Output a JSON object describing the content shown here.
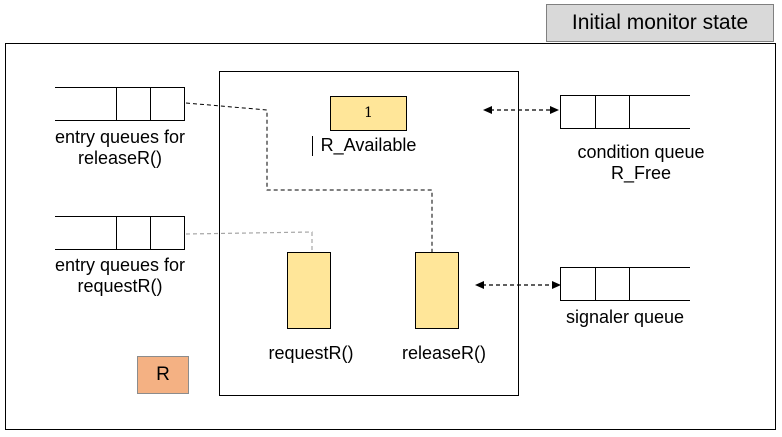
{
  "title": "Initial monitor state",
  "entry_queue_release": {
    "label_line1": "entry queues for",
    "label_line2": "releaseR()"
  },
  "entry_queue_request": {
    "label_line1": "entry queues for",
    "label_line2": "requestR()"
  },
  "condition_variable": {
    "value": "1",
    "name": "R_Available"
  },
  "procedures": {
    "request": "requestR()",
    "release": "releaseR()"
  },
  "condition_queue": {
    "label_line1": "condition queue",
    "label_line2": "R_Free"
  },
  "signaler_queue": {
    "label": "signaler queue"
  },
  "resource": {
    "label": "R"
  },
  "colors": {
    "procedure_fill": "#ffe699",
    "resource_fill": "#f4b183",
    "title_fill": "#d9d9d9",
    "request_link": "#a6a6a6"
  }
}
